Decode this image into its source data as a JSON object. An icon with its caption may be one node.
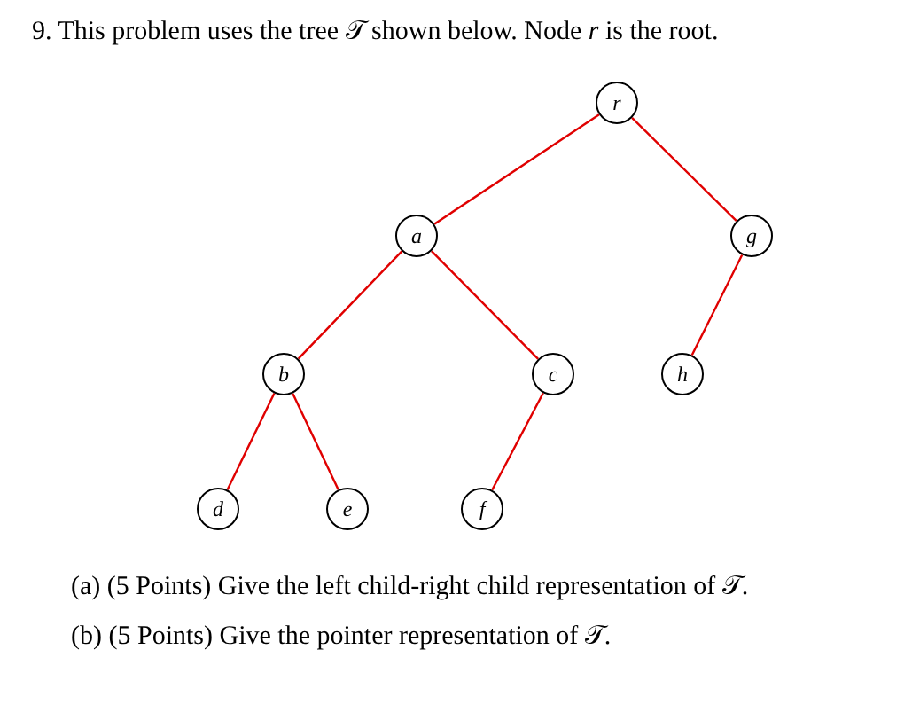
{
  "diagram": {
    "title": "9. This problem uses the tree 𝒯 shown below. Node *r* is the root.",
    "nodes": [
      {
        "text": [
          "r"
        ]
      },
      {
        "text": [
          "a"
        ]
      },
      {
        "text": [
          "g"
        ]
      },
      {
        "text": [
          "b"
        ]
      },
      {
        "text": [
          "c"
        ]
      },
      {
        "text": [
          "h"
        ]
      },
      {
        "text": [
          "d"
        ]
      },
      {
        "text": [
          "e"
        ]
      },
      {
        "text": [
          "f"
        ]
      }
    ],
    "edges": [
      {
        "from": 0,
        "to": 1,
        "arrow": "none"
      },
      {
        "from": 0,
        "to": 2,
        "arrow": "none"
      },
      {
        "from": 1,
        "to": 3,
        "arrow": "none"
      },
      {
        "from": 1,
        "to": 4,
        "arrow": "none"
      },
      {
        "from": 2,
        "to": 5,
        "arrow": "none"
      },
      {
        "from": 3,
        "to": 6,
        "arrow": "none"
      },
      {
        "from": 3,
        "to": 7,
        "arrow": "none"
      },
      {
        "from": 4,
        "to": 8,
        "arrow": "none"
      }
    ],
    "labels": [
      "(a) (5 Points) Give the left child-right child representation of 𝒯.",
      "(b) (5 Points) Give the pointer representation of 𝒯."
    ]
  }
}
